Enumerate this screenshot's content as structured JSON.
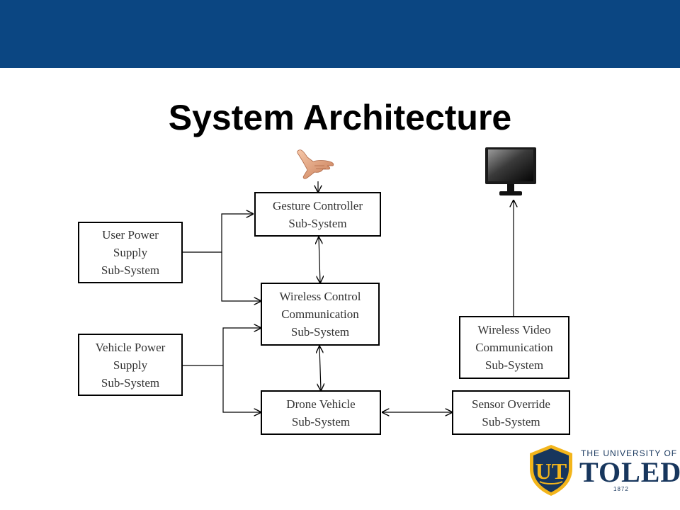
{
  "slide": {
    "title": "System Architecture"
  },
  "colors": {
    "header_band": "#0b4682",
    "box_text": "#333333",
    "logo_blue": "#17365d",
    "logo_gold": "#f3b51b"
  },
  "diagram": {
    "nodes": {
      "user_power": {
        "lines": [
          "User Power",
          "Supply",
          "Sub-System"
        ]
      },
      "vehicle_power": {
        "lines": [
          "Vehicle Power",
          "Supply",
          "Sub-System"
        ]
      },
      "gesture_controller": {
        "lines": [
          "Gesture Controller",
          "Sub-System"
        ]
      },
      "wireless_control": {
        "lines": [
          "Wireless Control",
          "Communication",
          "Sub-System"
        ]
      },
      "drone_vehicle": {
        "lines": [
          "Drone Vehicle",
          "Sub-System"
        ]
      },
      "wireless_video": {
        "lines": [
          "Wireless Video",
          "Communication",
          "Sub-System"
        ]
      },
      "sensor_override": {
        "lines": [
          "Sensor Override",
          "Sub-System"
        ]
      }
    },
    "edges": [
      {
        "from": "hand",
        "to": "gesture_controller",
        "direction": "forward"
      },
      {
        "from": "user_power",
        "to": "gesture_controller",
        "direction": "forward"
      },
      {
        "from": "user_power",
        "to": "wireless_control",
        "direction": "forward"
      },
      {
        "from": "vehicle_power",
        "to": "wireless_control",
        "direction": "forward"
      },
      {
        "from": "vehicle_power",
        "to": "drone_vehicle",
        "direction": "forward"
      },
      {
        "from": "gesture_controller",
        "to": "wireless_control",
        "direction": "both"
      },
      {
        "from": "wireless_control",
        "to": "drone_vehicle",
        "direction": "both"
      },
      {
        "from": "drone_vehicle",
        "to": "sensor_override",
        "direction": "both"
      },
      {
        "from": "wireless_video",
        "to": "monitor",
        "direction": "forward"
      }
    ],
    "icons": [
      "hand-icon",
      "monitor-icon"
    ]
  },
  "logo": {
    "line1": "THE UNIVERSITY OF",
    "line2": "TOLEDO",
    "year": "1872",
    "monogram": "UT"
  }
}
